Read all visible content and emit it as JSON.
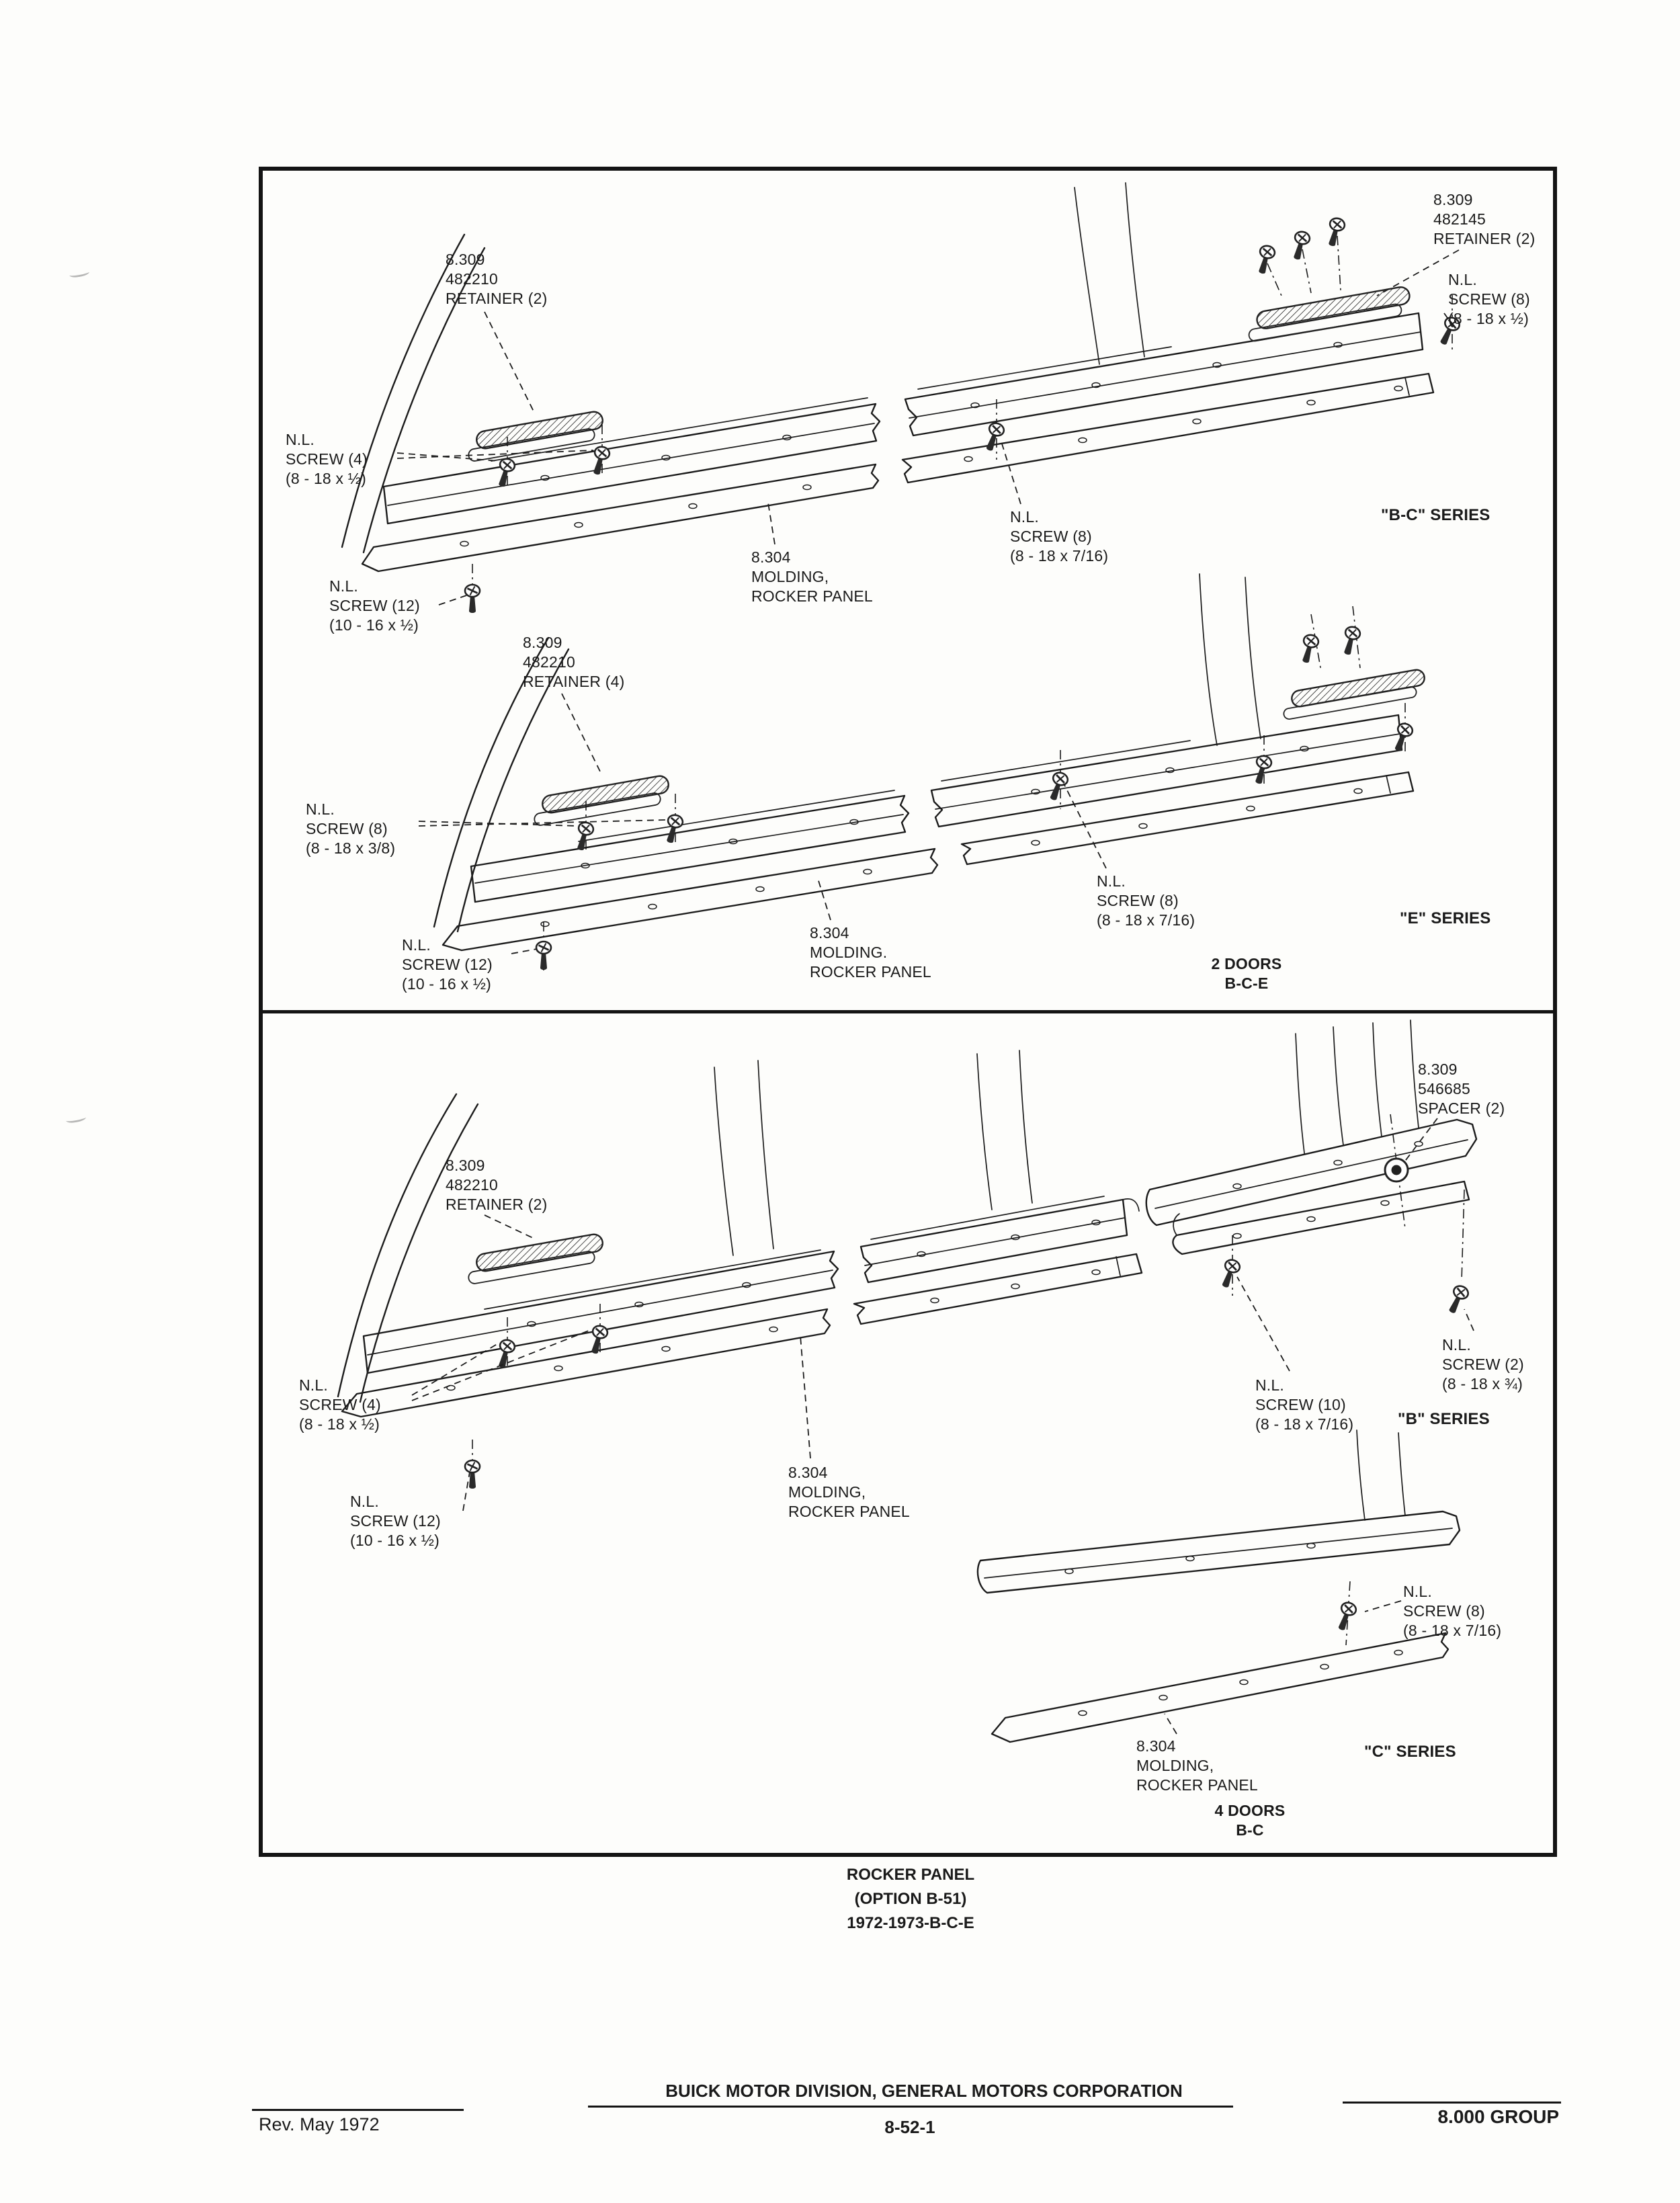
{
  "page": {
    "caption": "ROCKER PANEL\n(OPTION B-51)\n1972-1973-B-C-E",
    "footer": {
      "company": "BUICK MOTOR DIVISION, GENERAL MOTORS CORPORATION",
      "page_number": "8-52-1",
      "revision": "Rev. May 1972",
      "group": "8.000 GROUP"
    }
  },
  "top_panel": {
    "bc_series": {
      "series_label": "\"B-C\" SERIES",
      "labels": {
        "retainer_left": "8.309\n482210\nRETAINER (2)",
        "retainer_right": "8.309\n482145\nRETAINER (2)",
        "screw_right": "N.L.\nSCREW (8)\n(8 - 18 x ½)",
        "screw_left": "N.L.\nSCREW (4)\n(8 - 18 x ½)",
        "screw_center": "N.L.\nSCREW (8)\n(8 - 18 x 7/16)",
        "molding": "8.304\nMOLDING,\nROCKER PANEL",
        "screw_bottom": "N.L.\nSCREW (12)\n(10 - 16 x ½)"
      }
    },
    "e_series": {
      "series_label": "\"E\" SERIES",
      "labels": {
        "retainer": "8.309\n482210\nRETAINER (4)",
        "screw_left": "N.L.\nSCREW (8)\n(8 - 18 x 3/8)",
        "screw_center": "N.L.\nSCREW (8)\n(8 - 18 x 7/16)",
        "molding": "8.304\nMOLDING.\nROCKER PANEL",
        "screw_bottom": "N.L.\nSCREW (12)\n(10 - 16 x ½)"
      }
    },
    "doors_note": "2 DOORS\nB-C-E"
  },
  "bottom_panel": {
    "b_series": {
      "series_label": "\"B\" SERIES",
      "labels": {
        "spacer": "8.309\n546685\nSPACER (2)",
        "retainer": "8.309\n482210\nRETAINER (2)",
        "screw_left": "N.L.\nSCREW (4)\n(8 - 18 x ½)",
        "screw_right": "N.L.\nSCREW (10)\n(8 - 18 x 7/16)",
        "screw_far_right": "N.L.\nSCREW (2)\n(8 - 18 x ¾)",
        "molding": "8.304\nMOLDING,\nROCKER PANEL",
        "screw_bottom": "N.L.\nSCREW (12)\n(10 - 16 x ½)"
      }
    },
    "c_series": {
      "series_label": "\"C\" SERIES",
      "labels": {
        "screw": "N.L.\nSCREW (8)\n(8 - 18 x 7/16)",
        "molding": "8.304\nMOLDING,\nROCKER PANEL"
      }
    },
    "doors_note": "4 DOORS\nB-C"
  }
}
